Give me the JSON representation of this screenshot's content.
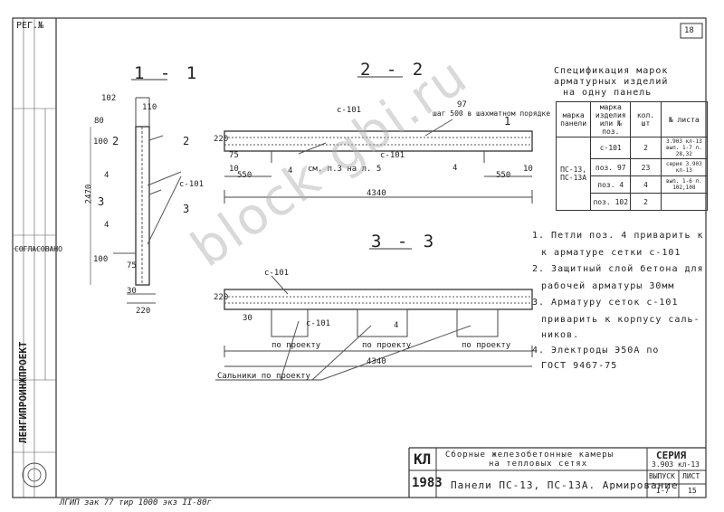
{
  "sheet": {
    "reg_label": "РЕГ.№",
    "sheet_number": "18",
    "stamp_vertical": "ЛЕНГИПРОИНЖПРОЕКТ",
    "stamp_agreed": "СОГЛАСОВАНО",
    "footer_note": "ЛГИП  зак 77  тир 1000 экз  II-80г"
  },
  "sections": {
    "s11": "1 - 1",
    "s22": "2 - 2",
    "s33": "3 - 3"
  },
  "section_1": {
    "dims": [
      "102",
      "110",
      "80",
      "100",
      "2470",
      "100",
      "75",
      "30",
      "220"
    ],
    "marks": [
      "2",
      "2",
      "3",
      "3",
      "4",
      "4",
      "c-101"
    ]
  },
  "section_2": {
    "labels": [
      "c-101",
      "97",
      "шаг 500 в шахматном порядке",
      "c-101",
      "4",
      "4",
      "1",
      "см. п.3 на л. 5"
    ],
    "dims": [
      "220",
      "75",
      "10",
      "550",
      "550",
      "10",
      "4340"
    ]
  },
  "section_3": {
    "labels": [
      "c-101",
      "c-101",
      "4",
      "по проекту",
      "по проекту",
      "по проекту",
      "Сальники по проекту"
    ],
    "dims": [
      "220",
      "30",
      "4340"
    ]
  },
  "spec": {
    "title_lines": [
      "Спецификация марок",
      "арматурных изделий",
      "на одну панель"
    ],
    "headers": [
      "марка панели",
      "марка изделия или № поз.",
      "кол. шт",
      "№ листа"
    ],
    "panel_mark": [
      "ПС-13,",
      "ПС-13А"
    ],
    "rows": [
      {
        "item": "c-101",
        "qty": "2",
        "sheet": "3.903 кл-13 вып. 1-7 л. 28,32"
      },
      {
        "item": "поз. 97",
        "qty": "23",
        "sheet": "серия 3.903 кл-13"
      },
      {
        "item": "поз. 4",
        "qty": "4",
        "sheet": "вып. 1-6 л. 102,108"
      },
      {
        "item": "поз. 102",
        "qty": "2",
        "sheet": ""
      }
    ]
  },
  "notes": [
    "1. Петли поз. 4 приварить к",
    "к арматуре сетки c-101",
    "2. Защитный слой бетона для",
    "рабочей арматуры 30мм",
    "3. Арматуру сеток с-101",
    "приварить к корпусу саль-",
    "ников.",
    "4. Электроды Э50А по",
    "ГОСТ 9467-75"
  ],
  "title_block": {
    "kl": "КЛ",
    "year": "1983",
    "name_line1": "Сборные железобетонные камеры",
    "name_line2": "на тепловых сетях",
    "main": "Панели ПС-13, ПС-13А. Армирование",
    "series_label": "СЕРИЯ",
    "series_value": "3.903 кл-13",
    "issue_label": "ВЫПУСК",
    "issue_value": "I-7",
    "sheet_label": "ЛИСТ",
    "sheet_value": "15"
  },
  "watermark": "block-gbi.ru"
}
